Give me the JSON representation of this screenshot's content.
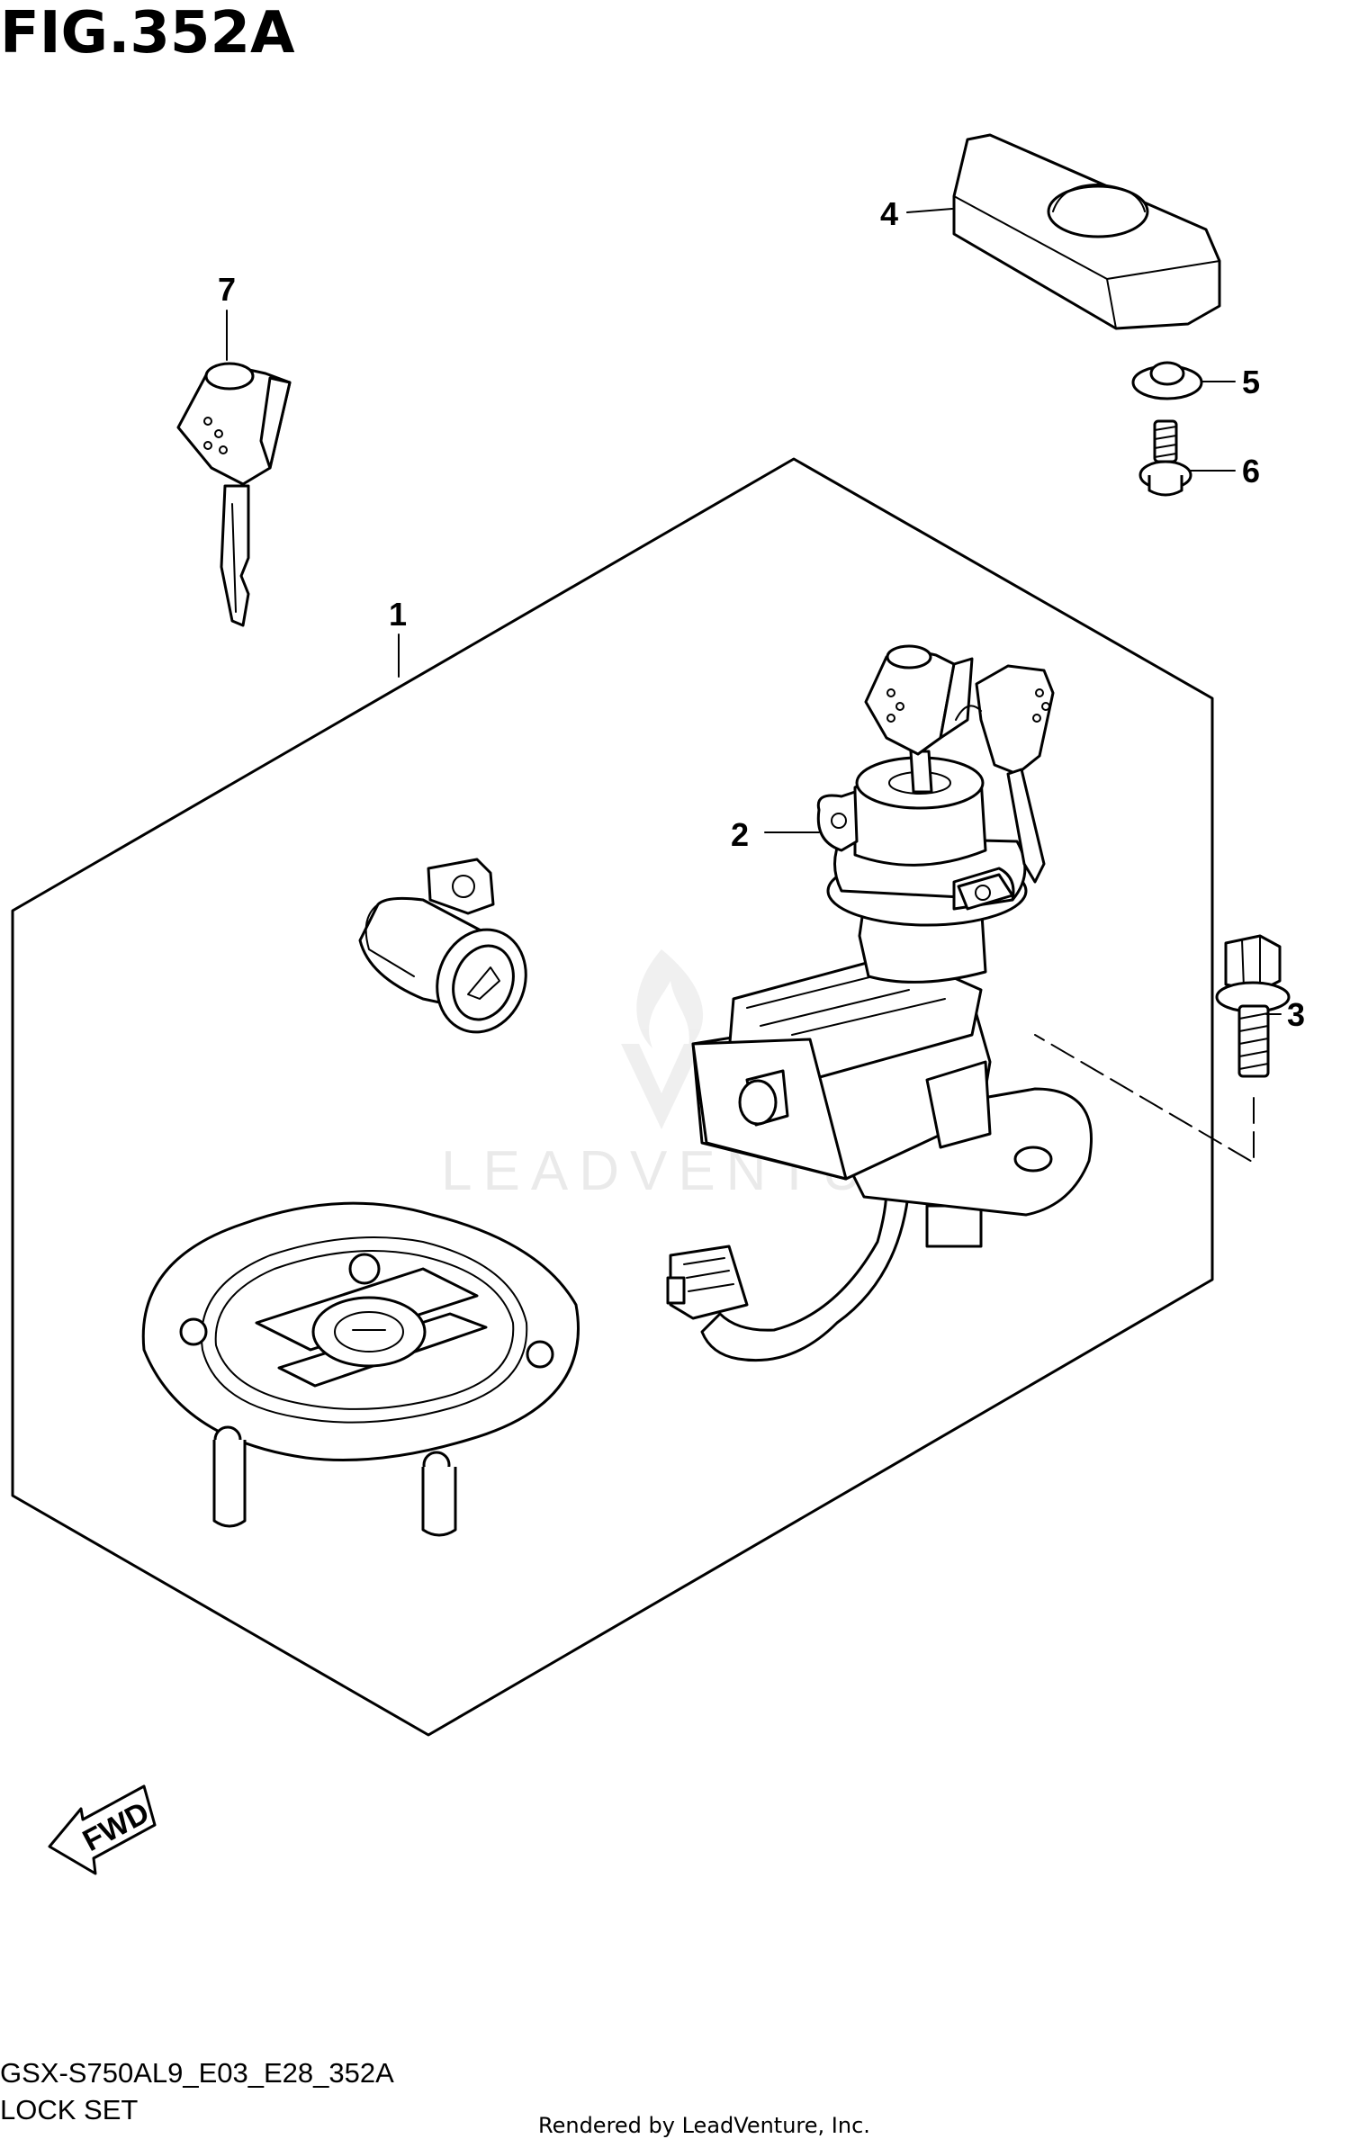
{
  "figure": {
    "title": "FIG.352A",
    "code": "GSX-S750AL9_E03_E28_352A",
    "name": "LOCK SET",
    "credit": "Rendered by LeadVenture, Inc."
  },
  "watermark": {
    "text": "LEADVENTURE"
  },
  "direction": {
    "label": "FWD"
  },
  "callouts": [
    {
      "number": "1",
      "part": "lock-set"
    },
    {
      "number": "2",
      "part": "ignition-switch"
    },
    {
      "number": "3",
      "part": "bolt"
    },
    {
      "number": "4",
      "part": "cover"
    },
    {
      "number": "5",
      "part": "washer"
    },
    {
      "number": "6",
      "part": "screw"
    },
    {
      "number": "7",
      "part": "key"
    }
  ]
}
